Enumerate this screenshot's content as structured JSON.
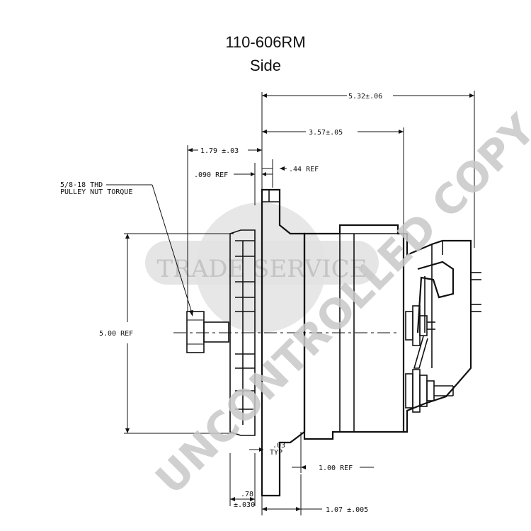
{
  "title": "110-606RM",
  "subtitle": "Side",
  "watermark": {
    "text": "UNCONTROLLED COPY",
    "logo_text": "TRADE SERVICE",
    "color": "#c8c8c8"
  },
  "dimensions": {
    "overall_length": "5.32±.06",
    "body_length": "3.57±.05",
    "pulley_offset": "1.79 ±.03",
    "ref_090": ".090 REF",
    "ref_44": ".44 REF",
    "thread_note_line1": "5/8-18 THD",
    "thread_note_line2": "PULLEY NUT TORQUE",
    "height_ref": "5.00 REF",
    "typ_03_line1": ".03",
    "typ_03_line2": "TYP",
    "ref_100": "1.00 REF",
    "dim_78_line1": ".78",
    "dim_78_line2": "±.030",
    "dim_107": "1.07 ±.005"
  }
}
